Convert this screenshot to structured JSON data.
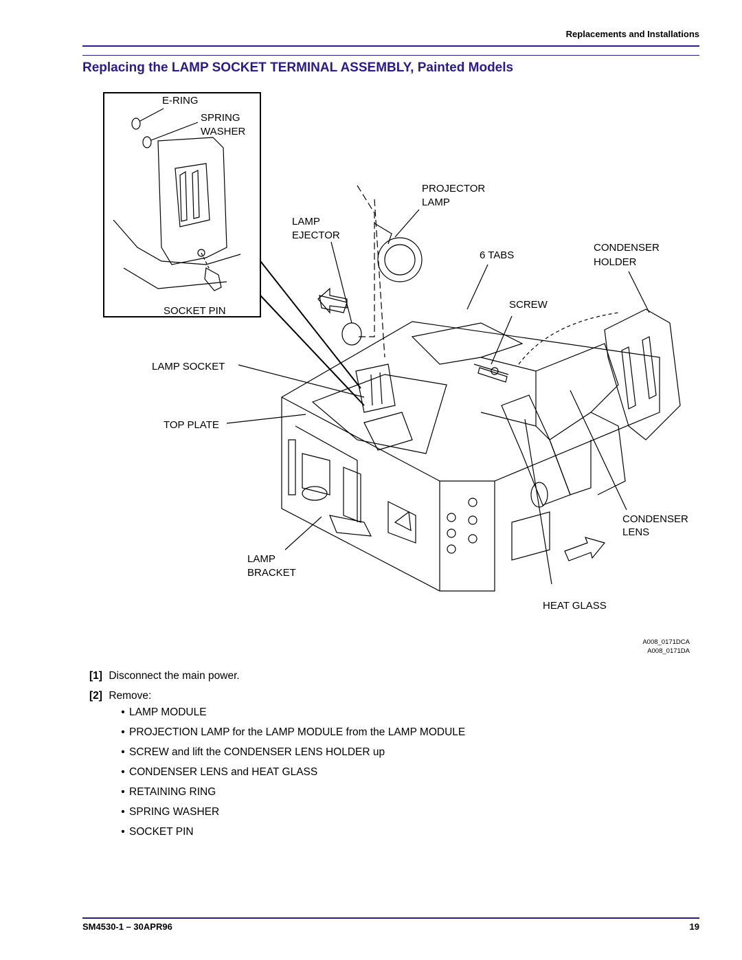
{
  "header": {
    "section": "Replacements and Installations"
  },
  "title": "Replacing the LAMP SOCKET TERMINAL ASSEMBLY, Painted Models",
  "diagram": {
    "labels": {
      "e_ring": "E-RING",
      "spring": "SPRING",
      "washer": "WASHER",
      "socket_pin": "SOCKET PIN",
      "projector": "PROJECTOR",
      "projector_lamp": "LAMP",
      "lamp": "LAMP",
      "ejector": "EJECTOR",
      "tabs": "6 TABS",
      "condenser": "CONDENSER",
      "holder": "HOLDER",
      "screw": "SCREW",
      "lamp_socket": "LAMP SOCKET",
      "top_plate": "TOP PLATE",
      "condenser2": "CONDENSER",
      "lens": "LENS",
      "lamp2": "LAMP",
      "bracket": "BRACKET",
      "heat_glass": "HEAT GLASS"
    },
    "ref_codes": [
      "A008_0171DCA",
      "A008_0171DA"
    ]
  },
  "steps": [
    {
      "num": "[1]",
      "text": "Disconnect the main power."
    },
    {
      "num": "[2]",
      "text": "Remove:"
    }
  ],
  "bullets": [
    "LAMP MODULE",
    "PROJECTION LAMP for the LAMP MODULE from the LAMP MODULE",
    "SCREW and lift the CONDENSER LENS HOLDER up",
    "CONDENSER LENS and HEAT GLASS",
    "RETAINING RING",
    "SPRING WASHER",
    "SOCKET PIN"
  ],
  "bullet_glyph": "•",
  "footer": {
    "doc_id": "SM4530-1 – 30APR96",
    "page": "19"
  },
  "colors": {
    "accent": "#2b1a8f"
  }
}
